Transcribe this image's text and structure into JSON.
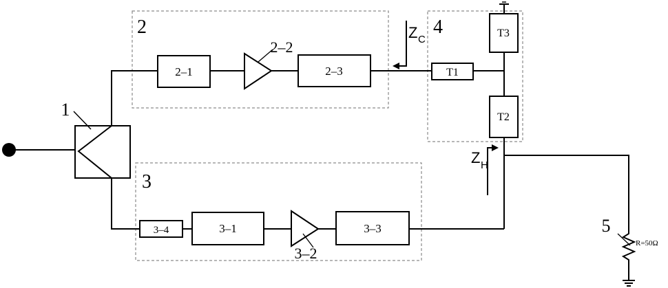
{
  "blocks": {
    "splitter_label": "1",
    "main_path_label": "2",
    "aux_path_label": "3",
    "output_network_label": "4",
    "load_label": "5",
    "b2_1": "2–1",
    "b2_2": "2–2",
    "b2_3": "2–3",
    "b3_1": "3–1",
    "b3_2": "3–2",
    "b3_3": "3–3",
    "b3_4": "3–4",
    "t1": "T1",
    "t2": "T2",
    "t3": "T3"
  },
  "impedances": {
    "zc_main": "Z",
    "zc_sub": "C",
    "zh_main": "Z",
    "zh_sub": "H"
  },
  "load": {
    "value": "R=50Ω"
  }
}
